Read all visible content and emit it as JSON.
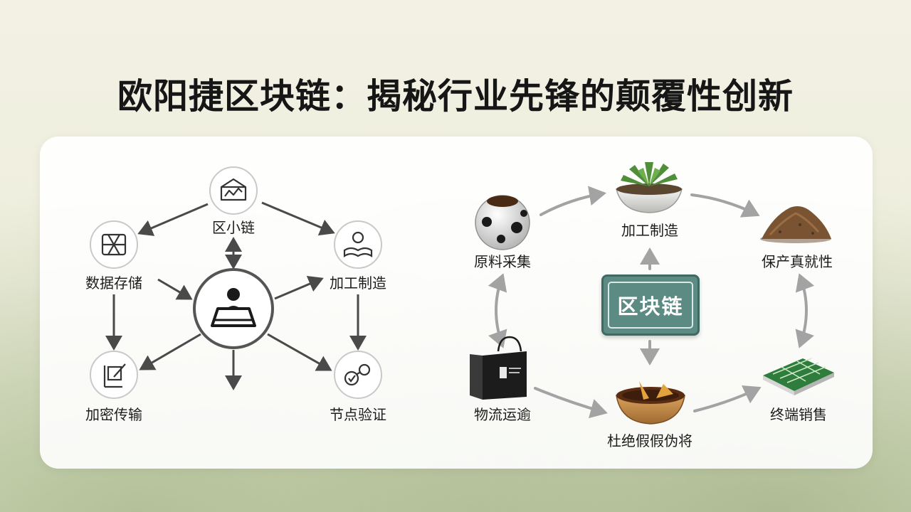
{
  "title": "欧阳捷区块链：揭秘行业先锋的颠覆性创新",
  "left_diagram": {
    "nodes": {
      "top": "区小链",
      "left": "数据存储",
      "right": "加工制造",
      "bottom_left": "加密传输",
      "bottom_right": "节点验证"
    }
  },
  "right_diagram": {
    "center": "区块链",
    "nodes": {
      "raw_material": "原料采集",
      "processing": "加工制造",
      "authenticity": "保产真就性",
      "logistics": "物流运逾",
      "anti_counterfeit": "杜绝假假伪将",
      "terminal_sales": "终端销售"
    }
  },
  "colors": {
    "arrow_left": "#4a4a4a",
    "arrow_right": "#a3a3a3",
    "chain_box": "#5c8b84",
    "title": "#161616"
  }
}
